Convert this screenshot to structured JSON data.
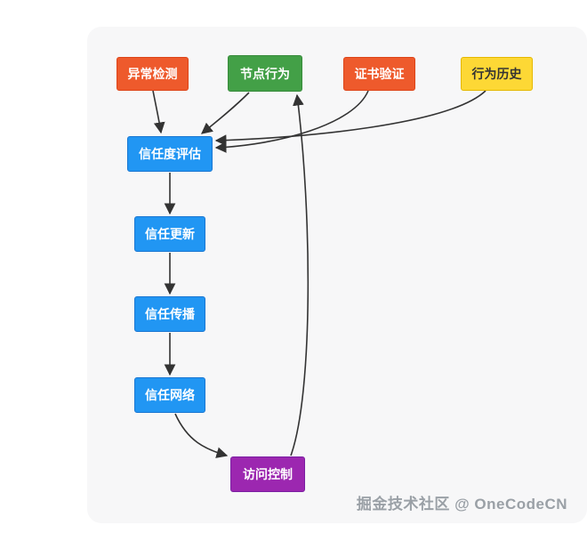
{
  "page": {
    "background": "#ffffff",
    "panel_background": "#f7f7f8"
  },
  "diagram": {
    "nodes": [
      {
        "id": "anomaly-detection",
        "label": "异常检测",
        "fill": "#ee5a2c",
        "border": "#dd4418",
        "text_color": "#ffffff"
      },
      {
        "id": "node-behavior",
        "label": "节点行为",
        "fill": "#43a047",
        "border": "#378b3b",
        "text_color": "#ffffff"
      },
      {
        "id": "certificate-verification",
        "label": "证书验证",
        "fill": "#ee5a2c",
        "border": "#dd4418",
        "text_color": "#ffffff"
      },
      {
        "id": "behavior-history",
        "label": "行为历史",
        "fill": "#fdd835",
        "border": "#e6b800",
        "text_color": "#333333"
      },
      {
        "id": "trust-evaluation",
        "label": "信任度评估",
        "fill": "#2196f3",
        "border": "#1976d2",
        "text_color": "#ffffff"
      },
      {
        "id": "trust-update",
        "label": "信任更新",
        "fill": "#2196f3",
        "border": "#1976d2",
        "text_color": "#ffffff"
      },
      {
        "id": "trust-propagation",
        "label": "信任传播",
        "fill": "#2196f3",
        "border": "#1976d2",
        "text_color": "#ffffff"
      },
      {
        "id": "trust-network",
        "label": "信任网络",
        "fill": "#2196f3",
        "border": "#1976d2",
        "text_color": "#ffffff"
      },
      {
        "id": "access-control",
        "label": "访问控制",
        "fill": "#9c27b0",
        "border": "#7b1fa2",
        "text_color": "#ffffff"
      }
    ],
    "edges": [
      {
        "from": "异常检测",
        "to": "信任度评估"
      },
      {
        "from": "节点行为",
        "to": "信任度评估"
      },
      {
        "from": "证书验证",
        "to": "信任度评估"
      },
      {
        "from": "行为历史",
        "to": "信任度评估"
      },
      {
        "from": "信任度评估",
        "to": "信任更新"
      },
      {
        "from": "信任更新",
        "to": "信任传播"
      },
      {
        "from": "信任传播",
        "to": "信任网络"
      },
      {
        "from": "信任网络",
        "to": "访问控制"
      },
      {
        "from": "访问控制",
        "to": "节点行为"
      }
    ],
    "edge_color": "#333333"
  },
  "watermark": {
    "text": "掘金技术社区 @ OneCodeCN"
  }
}
